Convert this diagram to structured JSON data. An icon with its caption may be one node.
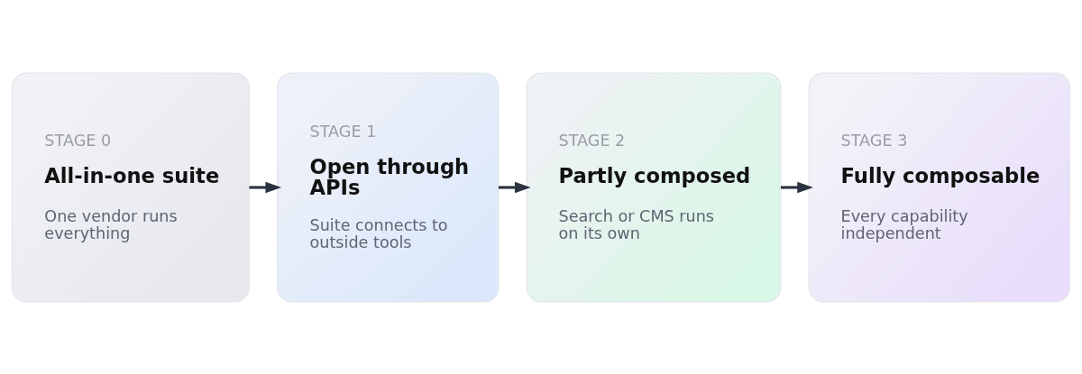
{
  "diagram": {
    "nodes": [
      {
        "text": [
          "STAGE 0",
          "All-in-one suite",
          "One vendor runs everything"
        ]
      },
      {
        "text": [
          "STAGE 1",
          "Open through APIs",
          "Suite connects to outside tools"
        ]
      },
      {
        "text": [
          "STAGE 2",
          "Partly composed",
          "Search or CMS runs on its own"
        ]
      },
      {
        "text": [
          "STAGE 3",
          "Fully composable",
          "Every capability independent"
        ]
      }
    ],
    "edges": [
      {
        "from": 0,
        "to": 1,
        "arrow": "to"
      },
      {
        "from": 1,
        "to": 2,
        "arrow": "to"
      },
      {
        "from": 2,
        "to": 3,
        "arrow": "to"
      }
    ]
  }
}
